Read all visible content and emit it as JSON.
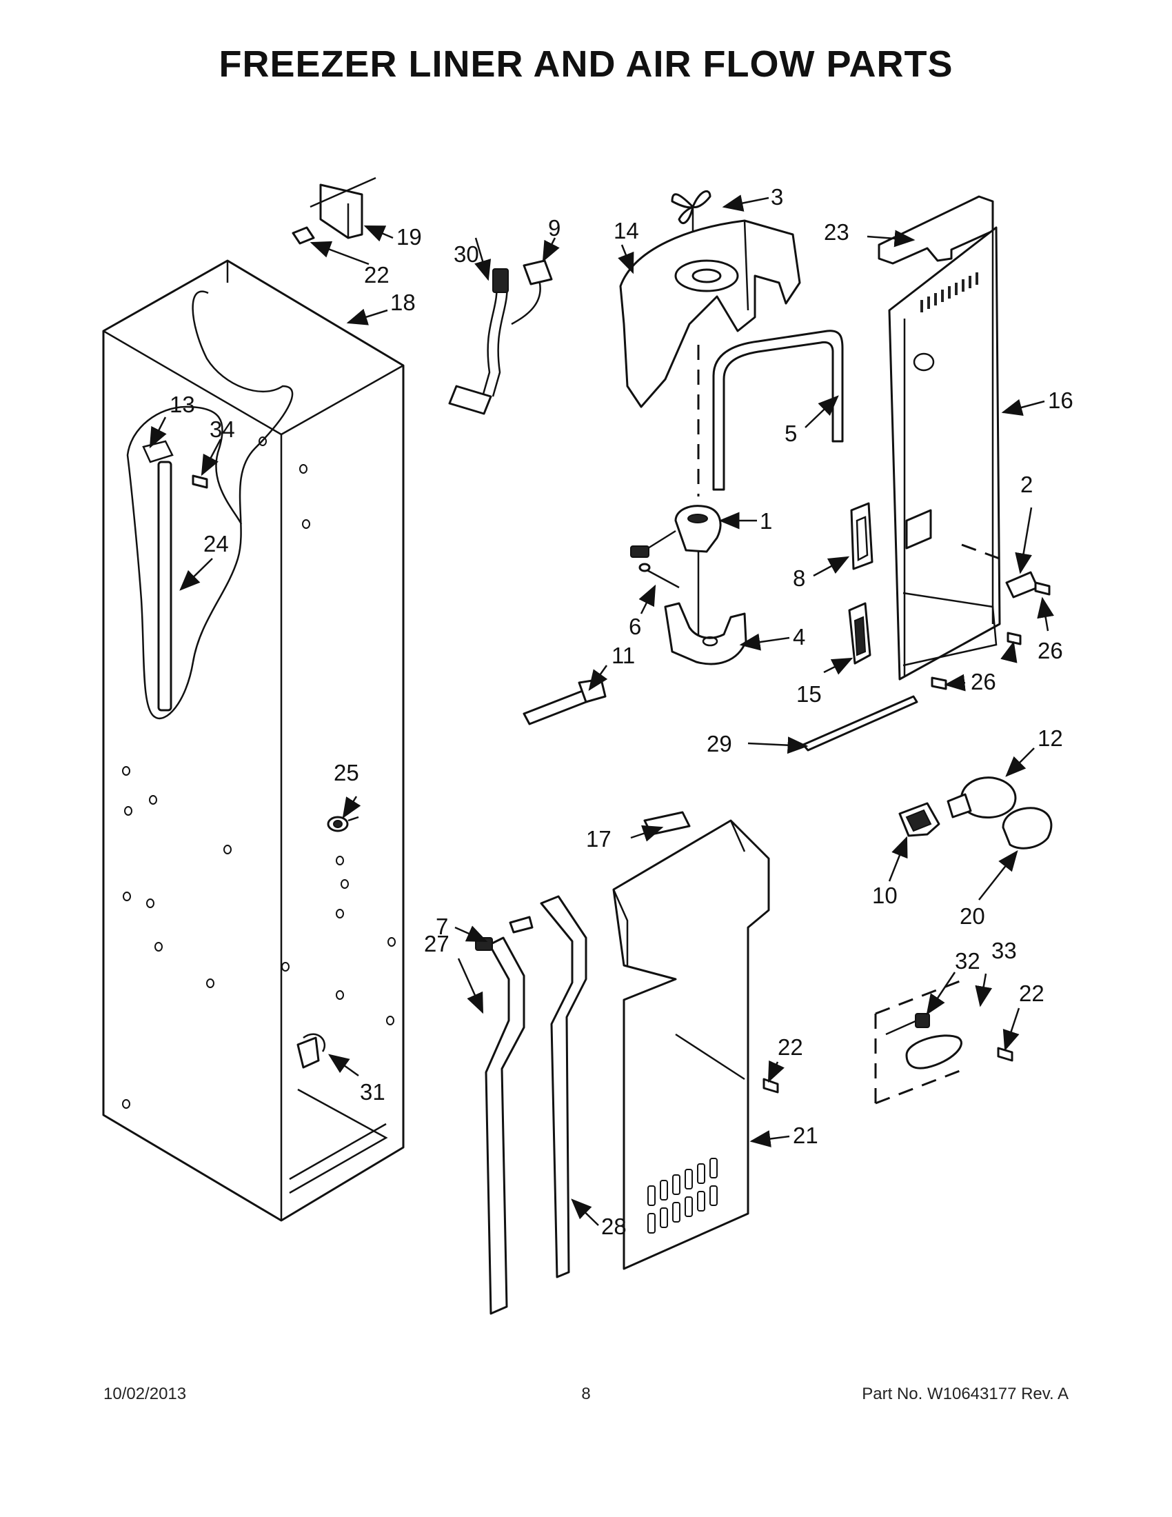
{
  "page": {
    "title": "FREEZER LINER AND AIR FLOW PARTS",
    "footer": {
      "date": "10/02/2013",
      "page_number": "8",
      "part_number": "Part No.  W10643177  Rev.  A"
    }
  },
  "callouts": [
    "1",
    "2",
    "3",
    "4",
    "5",
    "6",
    "7",
    "8",
    "9",
    "10",
    "11",
    "12",
    "13",
    "14",
    "15",
    "16",
    "17",
    "18",
    "19",
    "20",
    "21",
    "22",
    "23",
    "24",
    "25",
    "26",
    "27",
    "28",
    "29",
    "30",
    "31",
    "32",
    "33",
    "34"
  ]
}
